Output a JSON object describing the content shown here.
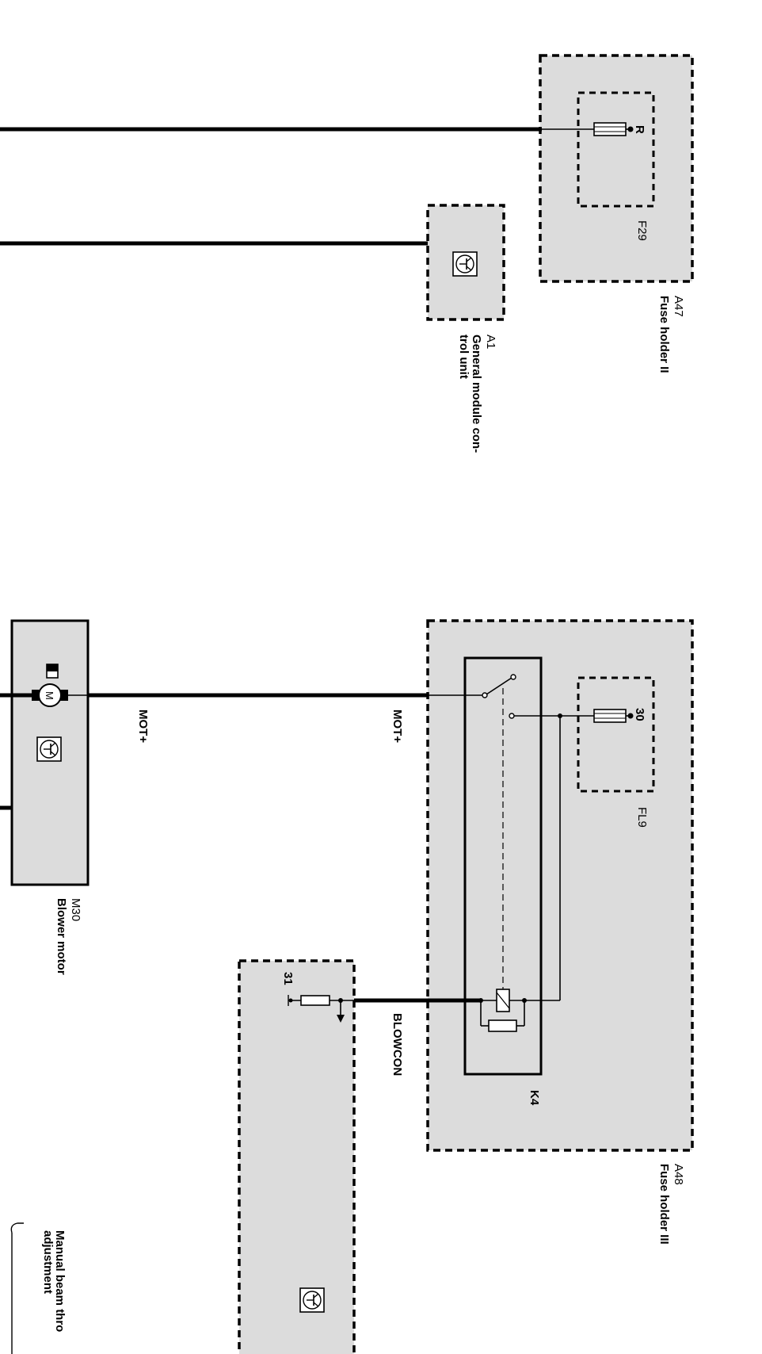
{
  "components": {
    "a47": {
      "ref": "A47",
      "name": "Fuse holder II",
      "fuse": "F29",
      "pin": "R"
    },
    "a1": {
      "ref": "A1",
      "name_line1": "General module con-",
      "name_line2": "trol unit"
    },
    "m30": {
      "ref": "M30",
      "name": "Blower motor",
      "motor_symbol": "M"
    },
    "a48": {
      "ref": "A48",
      "name": "Fuse holder III",
      "fuse": "FL9",
      "pin": "30",
      "relay": "K4"
    },
    "ground_unit": {
      "pin": "31"
    },
    "manual_beam": {
      "line1": "Manual beam thro",
      "line2": "adjustment"
    }
  },
  "wires": {
    "mot_plus_left": "MOT+",
    "mot_plus_right": "MOT+",
    "blowcon": "BLOWCON"
  },
  "icons": [
    "transistor-icon",
    "fuse-icon",
    "motor-icon",
    "relay-icon",
    "ground-icon"
  ]
}
